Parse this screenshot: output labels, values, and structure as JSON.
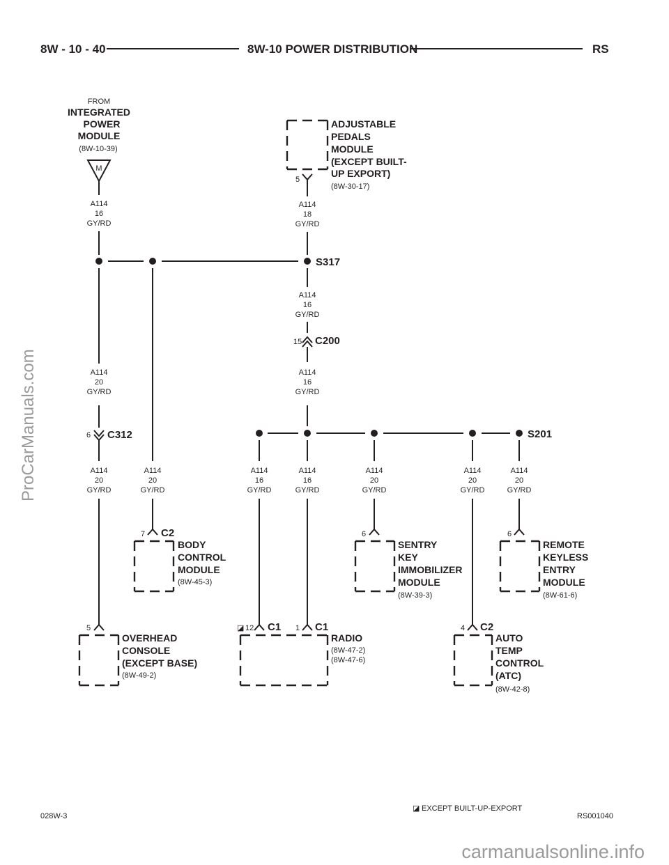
{
  "header": {
    "page_number": "8W - 10 - 40",
    "title": "8W-10 POWER DISTRIBUTION",
    "model": "RS"
  },
  "source": {
    "from": "FROM",
    "name_lines": [
      "INTEGRATED",
      "POWER",
      "MODULE"
    ],
    "ref": "(8W-10-39)",
    "fuse": "M"
  },
  "adjustable_pedals": {
    "name_lines": [
      "ADJUSTABLE",
      "PEDALS",
      "MODULE",
      "(EXCEPT BUILT-",
      "UP EXPORT)"
    ],
    "ref": "(8W-30-17)",
    "pin": "5"
  },
  "splices": {
    "s317": "S317",
    "s201": "S201"
  },
  "connectors": {
    "c200": {
      "name": "C200",
      "pin": "15"
    },
    "c312": {
      "name": "C312",
      "pin": "6"
    },
    "bcm_c2": {
      "name": "C2",
      "pin": "7"
    },
    "radio_c1a": {
      "name": "C1",
      "pin": "12"
    },
    "radio_c1b": {
      "name": "C1",
      "pin": "1"
    },
    "atc_c2": {
      "name": "C2",
      "pin": "4"
    },
    "overhead_pin": "5",
    "sentry_pin": "6",
    "rke_pin": "6"
  },
  "wires": {
    "w_ipm": [
      "A114",
      "16",
      "GY/RD"
    ],
    "w_pedals": [
      "A114",
      "18",
      "GY/RD"
    ],
    "w_s317_down": [
      "A114",
      "16",
      "GY/RD"
    ],
    "w_c200_down": [
      "A114",
      "16",
      "GY/RD"
    ],
    "w_left_upper": [
      "A114",
      "20",
      "GY/RD"
    ],
    "w_left_lower": [
      "A114",
      "20",
      "GY/RD"
    ],
    "w_bcm": [
      "A114",
      "20",
      "GY/RD"
    ],
    "w_radio1": [
      "A114",
      "16",
      "GY/RD"
    ],
    "w_radio2": [
      "A114",
      "16",
      "GY/RD"
    ],
    "w_sentry": [
      "A114",
      "20",
      "GY/RD"
    ],
    "w_atc": [
      "A114",
      "20",
      "GY/RD"
    ],
    "w_rke": [
      "A114",
      "20",
      "GY/RD"
    ]
  },
  "modules": {
    "bcm": {
      "name_lines": [
        "BODY",
        "CONTROL",
        "MODULE"
      ],
      "ref": "(8W-45-3)"
    },
    "sentry": {
      "name_lines": [
        "SENTRY",
        "KEY",
        "IMMOBILIZER",
        "MODULE"
      ],
      "ref": "(8W-39-3)"
    },
    "rke": {
      "name_lines": [
        "REMOTE",
        "KEYLESS",
        "ENTRY",
        "MODULE"
      ],
      "ref": "(8W-61-6)"
    },
    "overhead": {
      "name_lines": [
        "OVERHEAD",
        "CONSOLE",
        "(EXCEPT BASE)"
      ],
      "ref": "(8W-49-2)"
    },
    "radio": {
      "name_lines": [
        "RADIO"
      ],
      "refs": [
        "(8W-47-2)",
        "(8W-47-6)"
      ]
    },
    "atc": {
      "name_lines": [
        "AUTO",
        "TEMP",
        "CONTROL",
        "(ATC)"
      ],
      "ref": "(8W-42-8)"
    }
  },
  "footer": {
    "left_code": "028W-3",
    "legend_symbol": "◪",
    "legend_text": "EXCEPT BUILT-UP-EXPORT",
    "right_code": "RS001040"
  },
  "watermarks": {
    "side": "ProCarManuals.com",
    "bottom": "carmanualsonline.info"
  }
}
